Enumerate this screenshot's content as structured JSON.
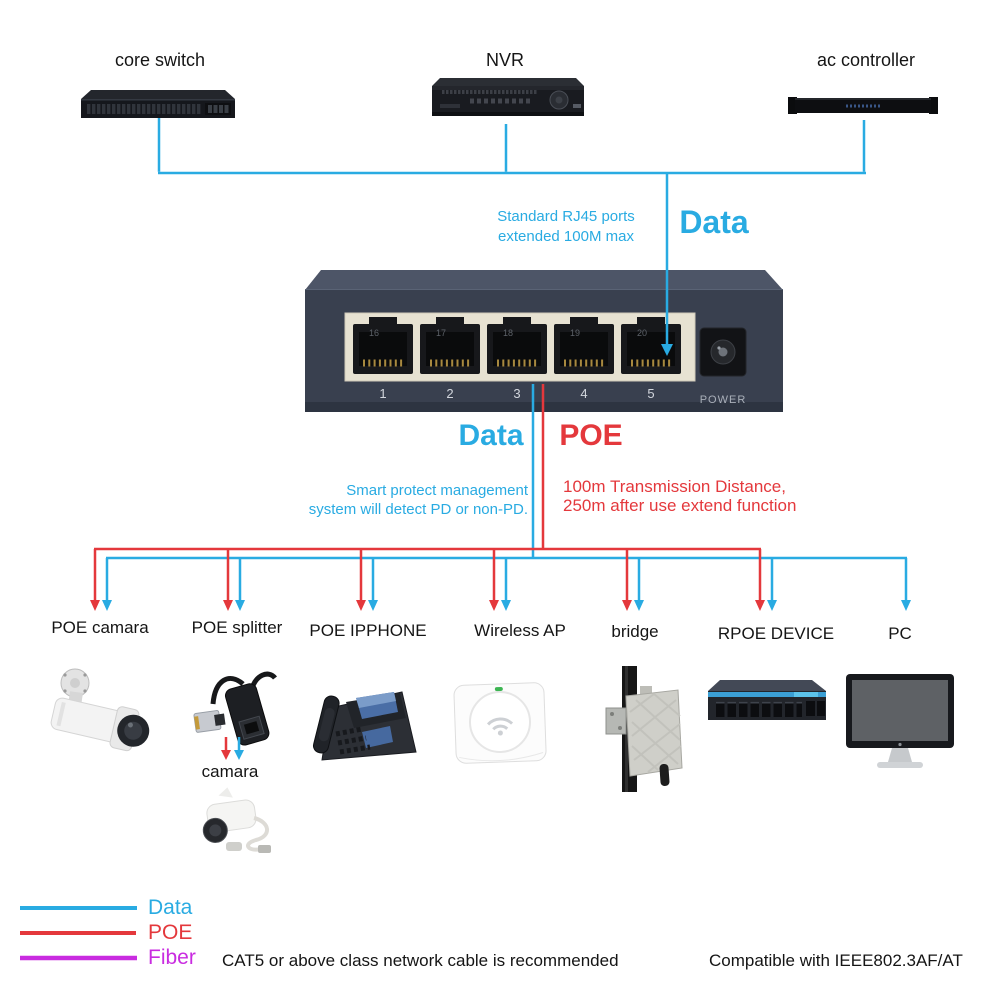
{
  "colors": {
    "data": "#29ABE2",
    "poe": "#E4383C",
    "fiber": "#C92CE0"
  },
  "top_devices": [
    {
      "name": "core-switch",
      "label": "core switch"
    },
    {
      "name": "nvr",
      "label": "NVR"
    },
    {
      "name": "ac-controller",
      "label": "ac controller"
    }
  ],
  "annotations": {
    "rj45_line1": "Standard RJ45 ports",
    "rj45_line2": "extended 100M max",
    "data_top": "Data",
    "data_mid": "Data",
    "poe_mid": "POE",
    "smart_line1": "Smart protect management",
    "smart_line2": "system will detect PD or non-PD.",
    "distance_line1": "100m Transmission Distance,",
    "distance_line2": "250m after use extend function"
  },
  "poe_switch": {
    "port_labels_top": [
      "16",
      "17",
      "18",
      "19",
      "20"
    ],
    "port_labels_bottom": [
      "1",
      "2",
      "3",
      "4",
      "5"
    ],
    "power_label": "POWER"
  },
  "bottom_devices": [
    {
      "name": "poe-camera",
      "label": "POE camara"
    },
    {
      "name": "poe-splitter",
      "label": "POE splitter"
    },
    {
      "name": "poe-ipphone",
      "label": "POE IPPHONE"
    },
    {
      "name": "wireless-ap",
      "label": "Wireless AP"
    },
    {
      "name": "bridge",
      "label": "bridge"
    },
    {
      "name": "rpoe-device",
      "label": "RPOE DEVICE"
    },
    {
      "name": "pc",
      "label": "PC"
    }
  ],
  "splitter_sub_label": "camara",
  "legend": {
    "items": [
      {
        "label": "Data",
        "color": "#29ABE2"
      },
      {
        "label": "POE",
        "color": "#E4383C"
      },
      {
        "label": "Fiber",
        "color": "#C92CE0"
      }
    ],
    "cable_note": "CAT5 or above class network cable is recommended",
    "compat_note": "Compatible with IEEE802.3AF/AT"
  }
}
